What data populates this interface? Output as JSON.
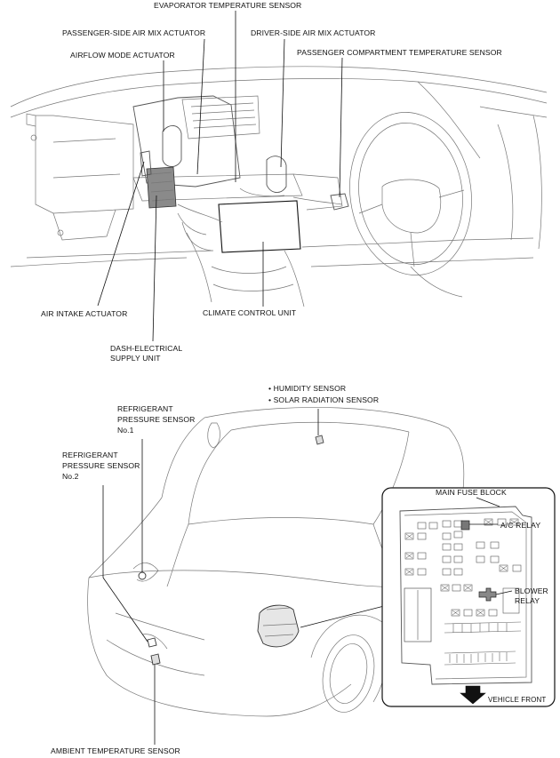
{
  "top_diagram": {
    "labels": {
      "evaporator": "EVAPORATOR TEMPERATURE SENSOR",
      "passenger_mix": "PASSENGER-SIDE AIR MIX ACTUATOR",
      "driver_mix": "DRIVER-SIDE AIR MIX ACTUATOR",
      "airflow": "AIRFLOW MODE ACTUATOR",
      "cabin_sensor": "PASSENGER COMPARTMENT TEMPERATURE SENSOR",
      "air_intake": "AIR INTAKE ACTUATOR",
      "climate_unit": "CLIMATE CONTROL UNIT",
      "dash_unit_l1": "DASH-ELECTRICAL",
      "dash_unit_l2": "SUPPLY UNIT"
    }
  },
  "bottom_diagram": {
    "labels": {
      "humidity": "• HUMIDITY SENSOR",
      "solar": "• SOLAR RADIATION SENSOR",
      "ref1_l1": "REFRIGERANT",
      "ref1_l2": "PRESSURE SENSOR",
      "ref1_l3": "No.1",
      "ref2_l1": "REFRIGERANT",
      "ref2_l2": "PRESSURE SENSOR",
      "ref2_l3": "No.2",
      "ambient": "AMBIENT TEMPERATURE SENSOR"
    },
    "fuse_block": {
      "title": "MAIN FUSE BLOCK",
      "ac_relay": "A/C RELAY",
      "blower_l1": "BLOWER",
      "blower_l2": "RELAY",
      "front": "VEHICLE FRONT"
    }
  }
}
